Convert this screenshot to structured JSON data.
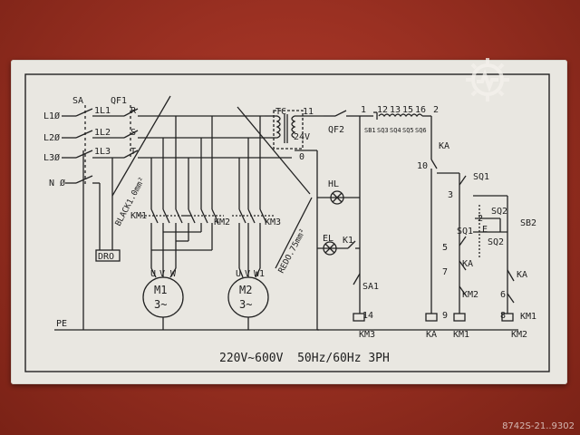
{
  "source_labels": {
    "sa": "SA",
    "qf1": "QF1",
    "l1": "L1Ø",
    "l2": "L2Ø",
    "l3": "L3Ø",
    "n": "N Ø",
    "o1l1": "1L1",
    "o1l2": "1L2",
    "o1l3": "1L3",
    "r": "R",
    "s": "S",
    "t": "T"
  },
  "cable_labels": {
    "black": "BLACK1.0mm²",
    "red": "REDO.75mm²"
  },
  "motor1": {
    "name": "M1",
    "phase": "3~",
    "u": "U",
    "v": "V",
    "w": "W",
    "contactor": "KM1"
  },
  "motor2": {
    "name": "M2",
    "phase": "3~",
    "u": "U",
    "v": "V",
    "w": "W1",
    "contactor2": "KM2",
    "contactor3": "KM3"
  },
  "dro": "DRO",
  "pe": "PE",
  "transformer": {
    "tc": "TC",
    "v24": "24V",
    "n0": "0",
    "n11": "11",
    "qf2": "QF2"
  },
  "lamps": {
    "hl": "HL",
    "el": "EL",
    "k1": "K1"
  },
  "control": {
    "n1": "1",
    "n12": "12",
    "n13": "13",
    "n15": "15",
    "n16": "16",
    "n2": "2",
    "sb1": "SB1",
    "sq3": "SQ3",
    "sq4": "SQ4",
    "sq5": "SQ5",
    "sq6": "SQ6",
    "ka_top": "KA",
    "n10": "10",
    "sq1": "SQ1",
    "n3": "3",
    "sq2a": "SQ2",
    "n2b": "2",
    "sb2": "SB2",
    "sq1b": "SQ1",
    "e_mark": "E",
    "sq2b": "SQ2",
    "n5": "5",
    "n7": "7",
    "ka_m1": "KA",
    "km2_m": "KM2",
    "ka_r": "KA",
    "n6": "6",
    "km1_r": "KM1",
    "sa1": "SA1",
    "n14": "14",
    "km3": "KM3",
    "ka_coil": "KA",
    "n9": "9",
    "km1_coil": "KM1",
    "n8": "8",
    "km2_coil": "KM2"
  },
  "rating": "220V~600V  50Hz/60Hz 3PH",
  "watermark_id": "8742S-21..9302"
}
